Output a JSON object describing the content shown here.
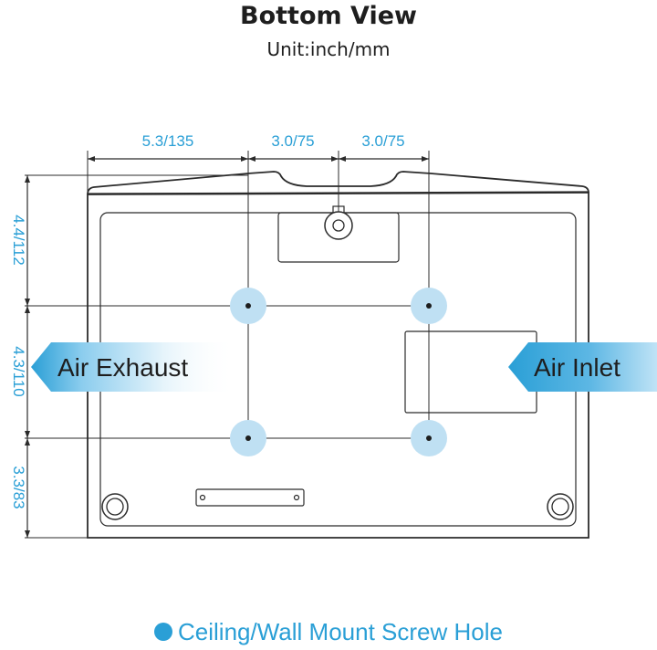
{
  "header": {
    "title": "Bottom View",
    "unit": "Unit:inch/mm"
  },
  "dimensions": {
    "width_segments": [
      "5.3/135",
      "3.0/75",
      "3.0/75"
    ],
    "height_segments": [
      "4.4/112",
      "4.3/110",
      "3.3/83"
    ]
  },
  "airflow": {
    "exhaust_label": "Air Exhaust",
    "inlet_label": "Air Inlet"
  },
  "legend": {
    "label": "Ceiling/Wall Mount Screw Hole"
  },
  "colors": {
    "accent": "#2a9fd6",
    "screw_hole": "#bfe0f3",
    "outline": "#2b2b2b"
  }
}
